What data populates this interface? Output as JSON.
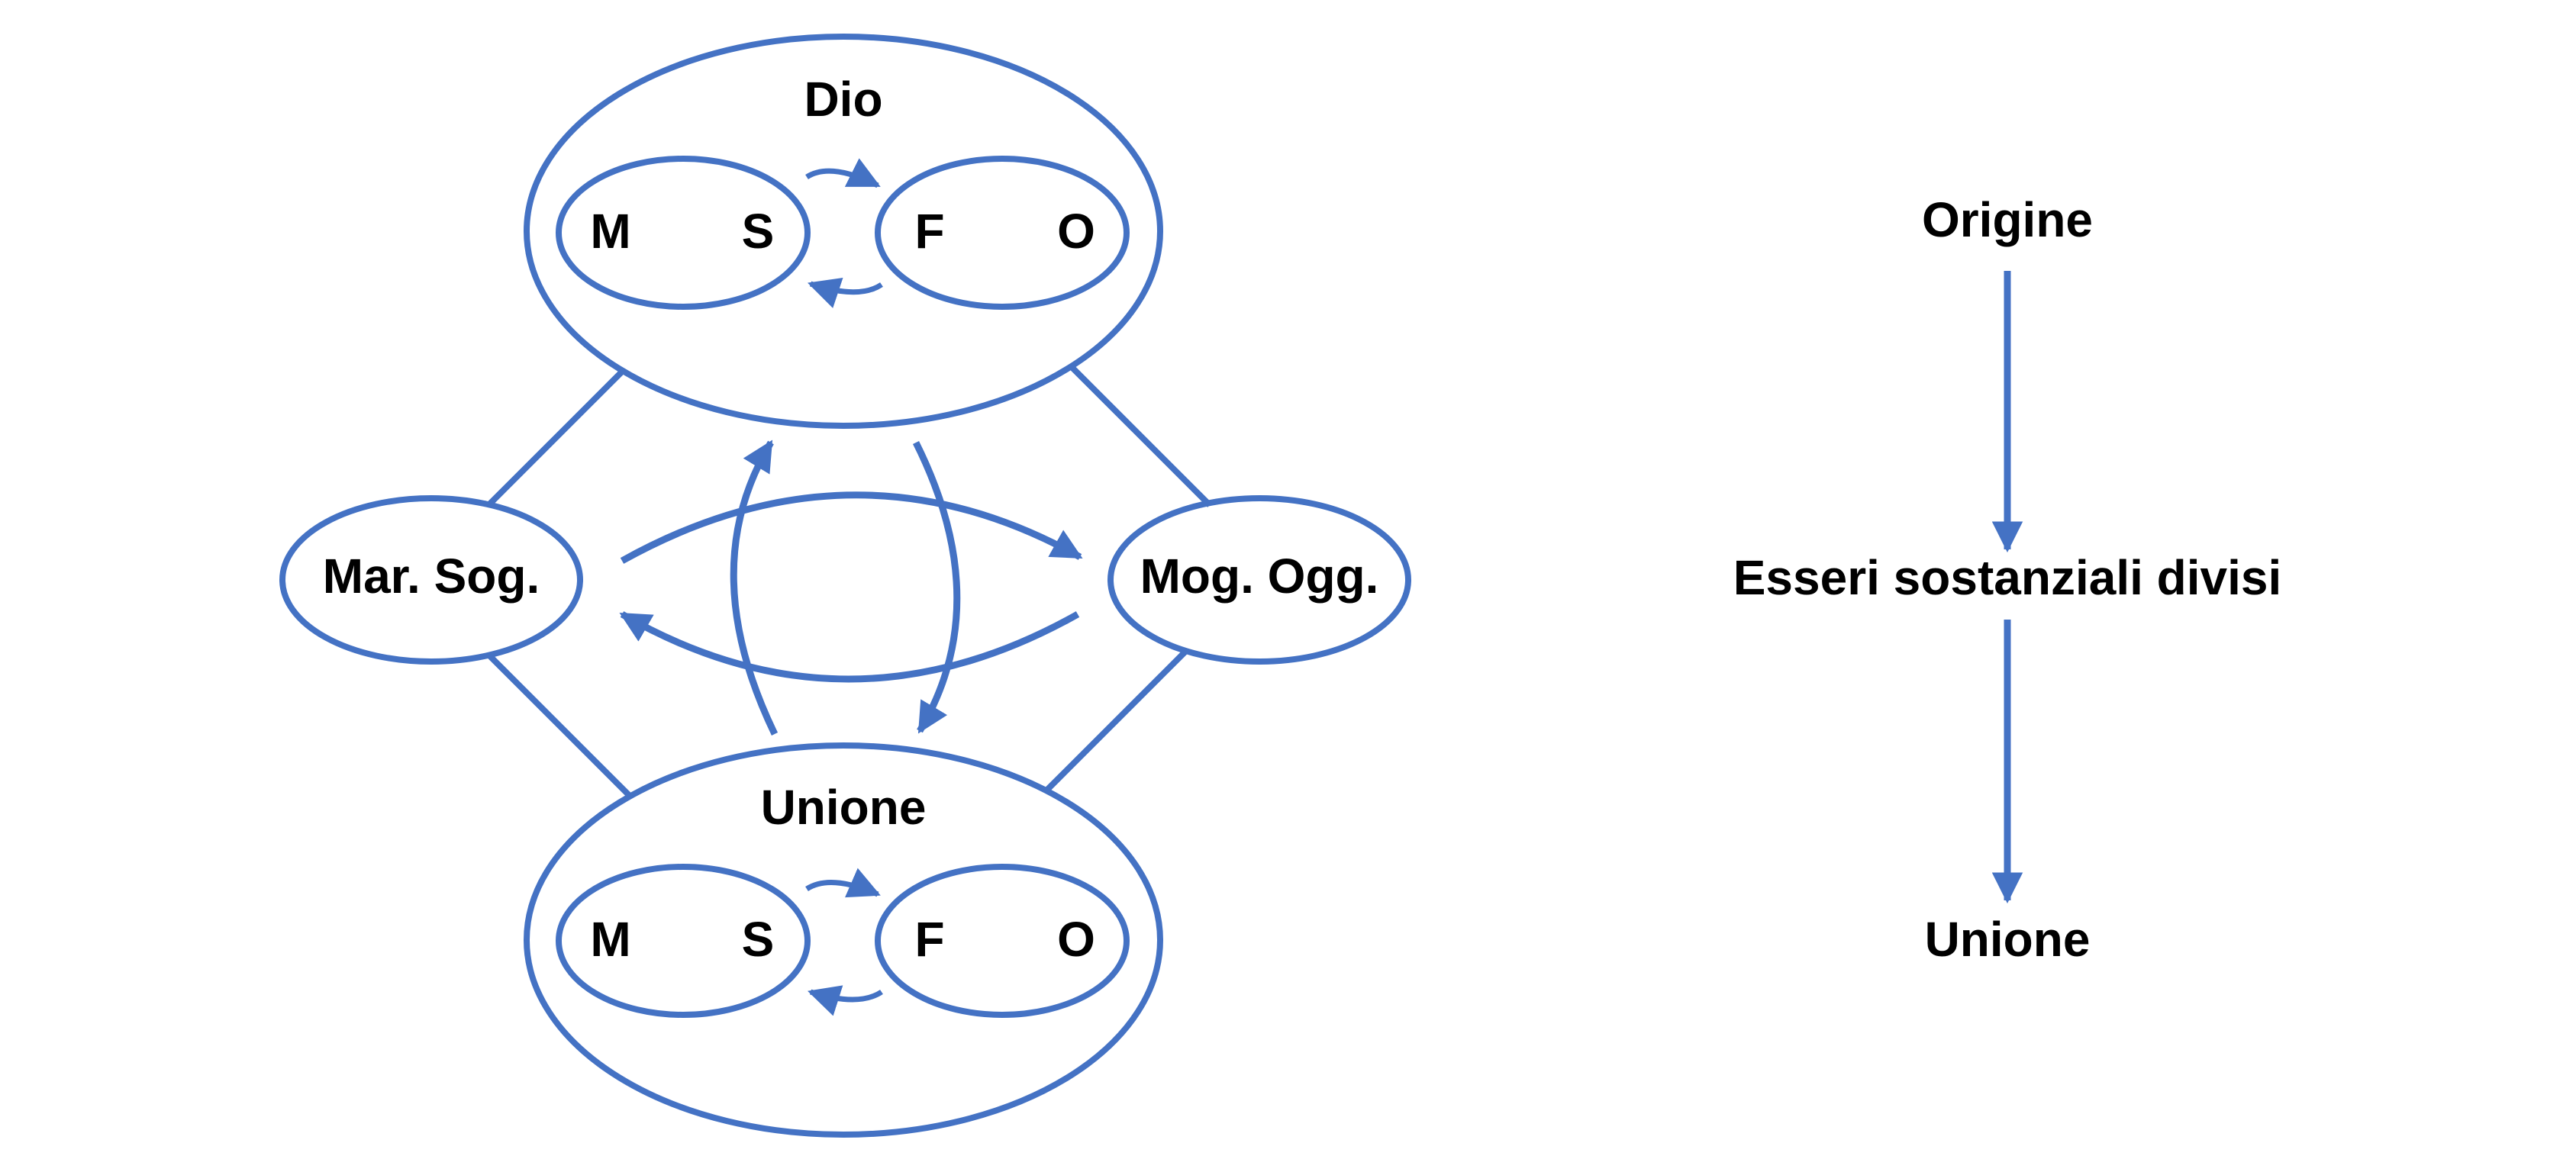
{
  "colors": {
    "stroke": "#4472C4",
    "text": "#000000",
    "background": "#FFFFFF"
  },
  "diagram": {
    "top_group": {
      "title": "Dio",
      "left_pair": {
        "left": "M",
        "right": "S"
      },
      "right_pair": {
        "left": "F",
        "right": "O"
      }
    },
    "bottom_group": {
      "title": "Unione",
      "left_pair": {
        "left": "M",
        "right": "S"
      },
      "right_pair": {
        "left": "F",
        "right": "O"
      }
    },
    "left_node": "Mar. Sog.",
    "right_node": "Mog. Ogg."
  },
  "flow": {
    "steps": [
      "Origine",
      "Esseri sostanziali divisi",
      "Unione"
    ]
  }
}
